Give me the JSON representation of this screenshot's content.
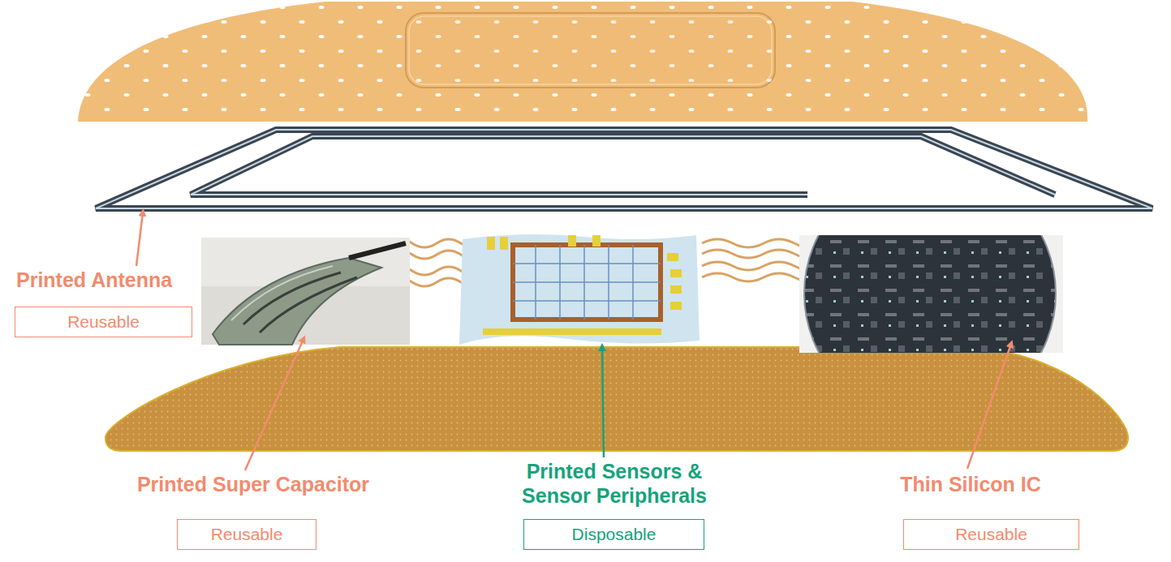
{
  "diagram": {
    "nodes": [
      {
        "text": [
          "Reusable"
        ]
      },
      {
        "text": [
          "Reusable"
        ]
      },
      {
        "text": [
          "Disposable"
        ]
      },
      {
        "text": [
          "Reusable"
        ]
      }
    ],
    "labels": [
      "Printed Antenna",
      "Printed Super Capacitor",
      "Printed Sensors & Sensor Peripherals",
      "Thin Silicon IC"
    ]
  }
}
